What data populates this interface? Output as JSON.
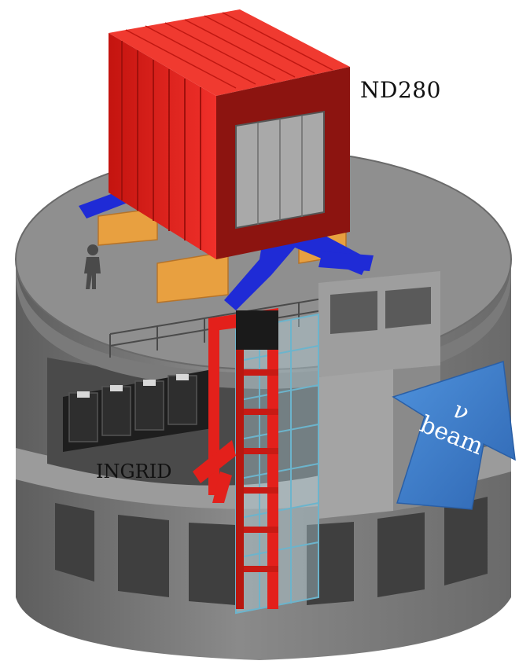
{
  "labels": {
    "nd280": "ND280",
    "ingrid": "INGRID",
    "beam_symbol": "ν",
    "beam_word": "beam"
  },
  "colors": {
    "detector_red": "#e3201b",
    "support_blue": "#1f2bd6",
    "base_orange": "#e8a040",
    "floor_gray": "#8f8f8f",
    "wall_gray": "#6f6f6f",
    "module_black": "#1e1e1e",
    "scaffold_cyan": "#7fc4d8",
    "beam_arrow": "#3a7bc8"
  }
}
